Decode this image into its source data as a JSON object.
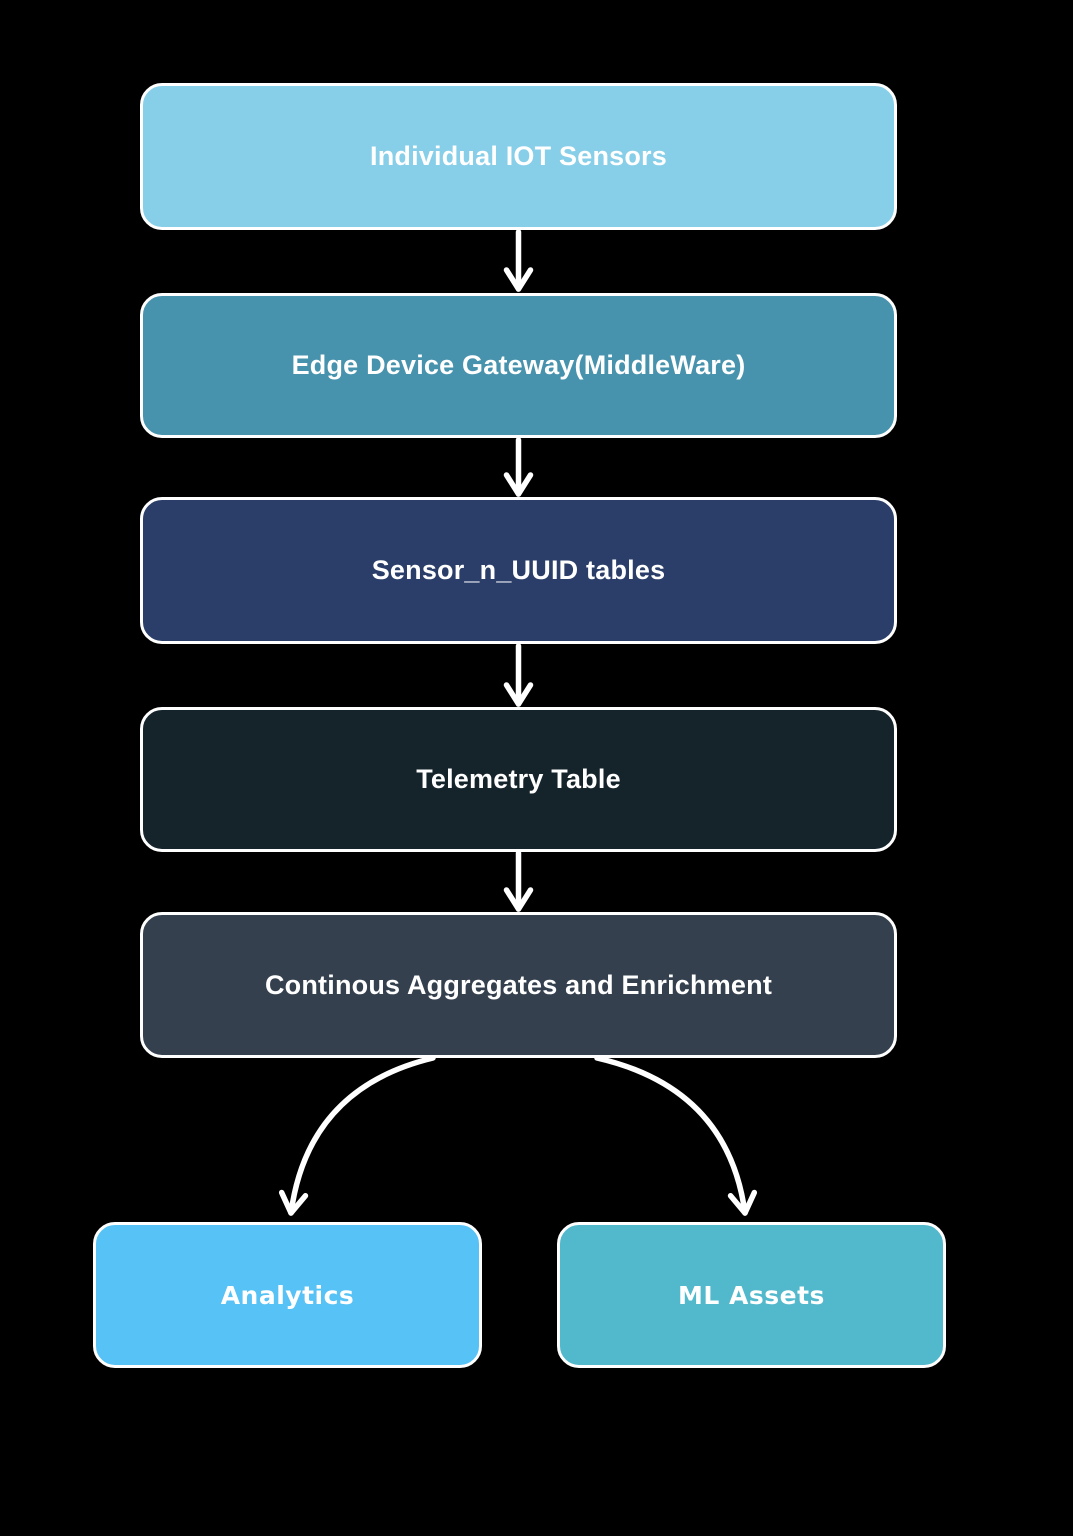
{
  "diagram": {
    "title": "IOT sensor data pipeline flowchart",
    "background": "#000000",
    "arrow_color": "#ffffff",
    "border_color": "#ffffff",
    "nodes": [
      {
        "id": "individual-iot-sensors",
        "label": "Individual IOT Sensors",
        "fill": "#87CEE8",
        "text_color": "#ffffff"
      },
      {
        "id": "edge-device-gateway",
        "label": "Edge Device Gateway(MiddleWare)",
        "fill": "#4792AC",
        "text_color": "#ffffff"
      },
      {
        "id": "sensor-n-uuid-tables",
        "label": "Sensor_n_UUID tables",
        "fill": "#2A3E69",
        "text_color": "#ffffff"
      },
      {
        "id": "telemetry-table",
        "label": "Telemetry Table",
        "fill": "#15232B",
        "text_color": "#ffffff"
      },
      {
        "id": "continous-aggregates",
        "label": "Continous Aggregates and Enrichment",
        "fill": "#35404F",
        "text_color": "#ffffff"
      },
      {
        "id": "analytics",
        "label": "Analytics",
        "fill": "#57C2F5",
        "text_color": "#ffffff"
      },
      {
        "id": "ml-assets",
        "label": "ML Assets",
        "fill": "#52B8CC",
        "text_color": "#ffffff"
      }
    ],
    "edges": [
      {
        "from": "individual-iot-sensors",
        "to": "edge-device-gateway"
      },
      {
        "from": "edge-device-gateway",
        "to": "sensor-n-uuid-tables"
      },
      {
        "from": "sensor-n-uuid-tables",
        "to": "telemetry-table"
      },
      {
        "from": "telemetry-table",
        "to": "continous-aggregates"
      },
      {
        "from": "continous-aggregates",
        "to": "analytics"
      },
      {
        "from": "continous-aggregates",
        "to": "ml-assets"
      }
    ]
  }
}
